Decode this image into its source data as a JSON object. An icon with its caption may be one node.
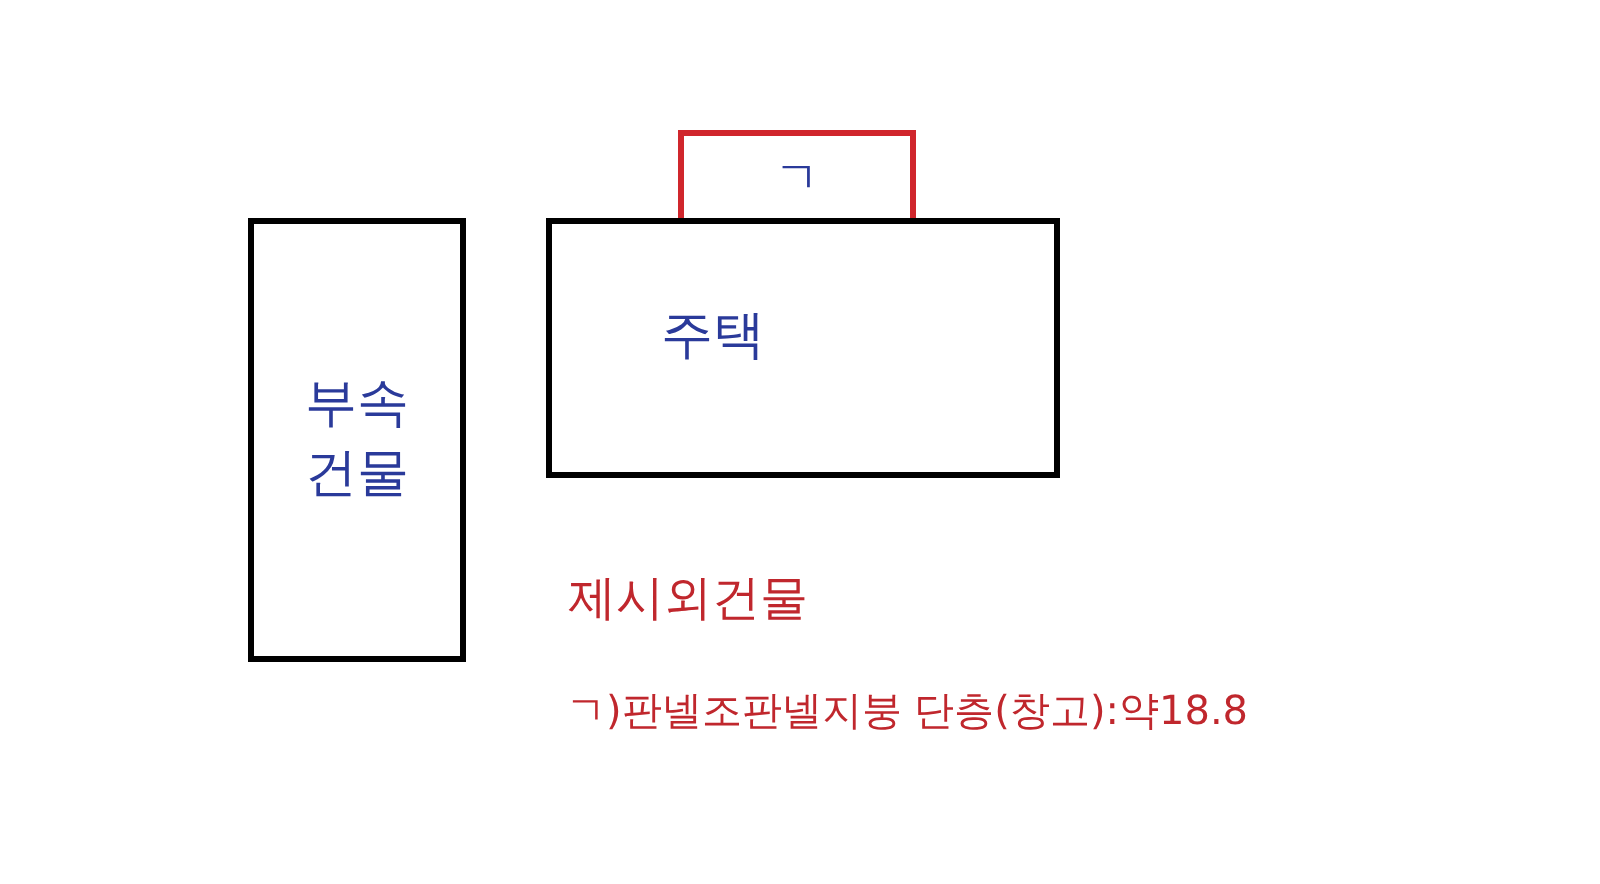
{
  "diagram": {
    "nodes": [
      {
        "text": [
          "ㄱ"
        ]
      },
      {
        "text": [
          "부속 건물"
        ]
      },
      {
        "text": [
          "주택"
        ]
      }
    ],
    "labels": [
      "제시외건물",
      "ㄱ)판넬조판넬지붕 단층(창고):약18.8"
    ]
  }
}
